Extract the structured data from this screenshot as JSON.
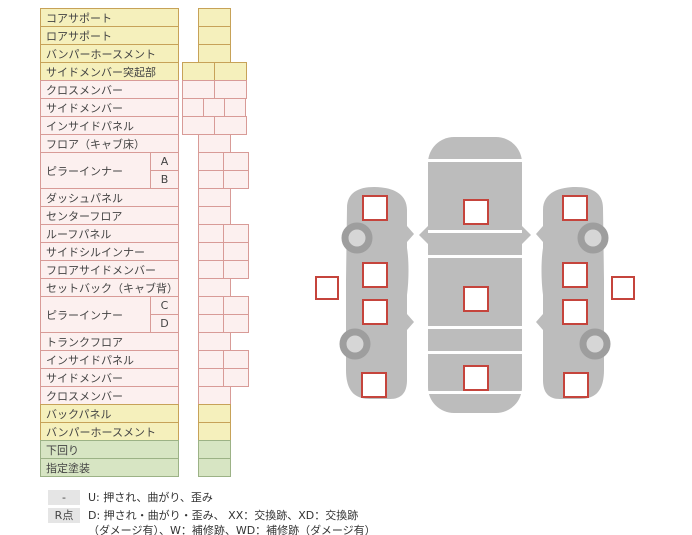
{
  "colors": {
    "yellow_bg": "#f5f0bc",
    "yellow_border": "#c7a258",
    "pink_bg": "#fcf0ef",
    "pink_border": "#d89b97",
    "green_bg": "#d7e5c3",
    "green_border": "#9cb286",
    "marker_border_red": "#c5443c",
    "car_gray": "#bcbcbc",
    "legend_key_bg": "#e5e5e5"
  },
  "table": {
    "rows": [
      {
        "label": "コアサポート",
        "color": "yellow",
        "cells": "s1"
      },
      {
        "label": "ロアサポート",
        "color": "yellow",
        "cells": "s1"
      },
      {
        "label": "バンパーホースメント",
        "color": "yellow",
        "cells": "s1"
      },
      {
        "label": "サイドメンバー突起部",
        "color": "yellow",
        "cells": "d"
      },
      {
        "label": "クロスメンバー",
        "color": "pink",
        "cells": "d"
      },
      {
        "label": "サイドメンバー",
        "color": "pink",
        "cells": "t"
      },
      {
        "label": "インサイドパネル",
        "color": "pink",
        "cells": "d"
      },
      {
        "label": "フロア（キャブ床）",
        "color": "pink",
        "cells": "s1"
      },
      {
        "label": "ピラーインナー",
        "color": "pink",
        "subs": [
          {
            "sub": "A",
            "cells": "dn"
          },
          {
            "sub": "B",
            "cells": "dn"
          }
        ]
      },
      {
        "label": "ダッシュパネル",
        "color": "pink",
        "cells": "s1"
      },
      {
        "label": "センターフロア",
        "color": "pink",
        "cells": "s1"
      },
      {
        "label": "ルーフパネル",
        "color": "pink",
        "cells": "dn"
      },
      {
        "label": "サイドシルインナー",
        "color": "pink",
        "cells": "dn"
      },
      {
        "label": "フロアサイドメンバー",
        "color": "pink",
        "cells": "dn"
      },
      {
        "label": "セットバック（キャブ背）",
        "color": "pink",
        "cells": "s1"
      },
      {
        "label": "ピラーインナー",
        "color": "pink",
        "subs": [
          {
            "sub": "C",
            "cells": "dn"
          },
          {
            "sub": "D",
            "cells": "dn"
          }
        ]
      },
      {
        "label": "トランクフロア",
        "color": "pink",
        "cells": "s1"
      },
      {
        "label": "インサイドパネル",
        "color": "pink",
        "cells": "dn"
      },
      {
        "label": "サイドメンバー",
        "color": "pink",
        "cells": "dn"
      },
      {
        "label": "クロスメンバー",
        "color": "pink",
        "cells": "s1"
      },
      {
        "label": "バックパネル",
        "color": "yellow",
        "cells": "s1"
      },
      {
        "label": "バンパーホースメント",
        "color": "yellow",
        "cells": "s1"
      },
      {
        "label": "下回り",
        "color": "green",
        "cells": "s1"
      },
      {
        "label": "指定塗装",
        "color": "green",
        "cells": "s1"
      }
    ]
  },
  "legend": {
    "rows": [
      {
        "key": "-",
        "lines": [
          "U: 押され、曲がり、歪み"
        ]
      },
      {
        "key": "R点",
        "lines": [
          "D: 押され・曲がり・歪み、 XX：交換跡、XD：交換跡",
          "（ダメージ有）、W：補修跡、WD：補修跡（ダメージ有）"
        ]
      }
    ]
  }
}
